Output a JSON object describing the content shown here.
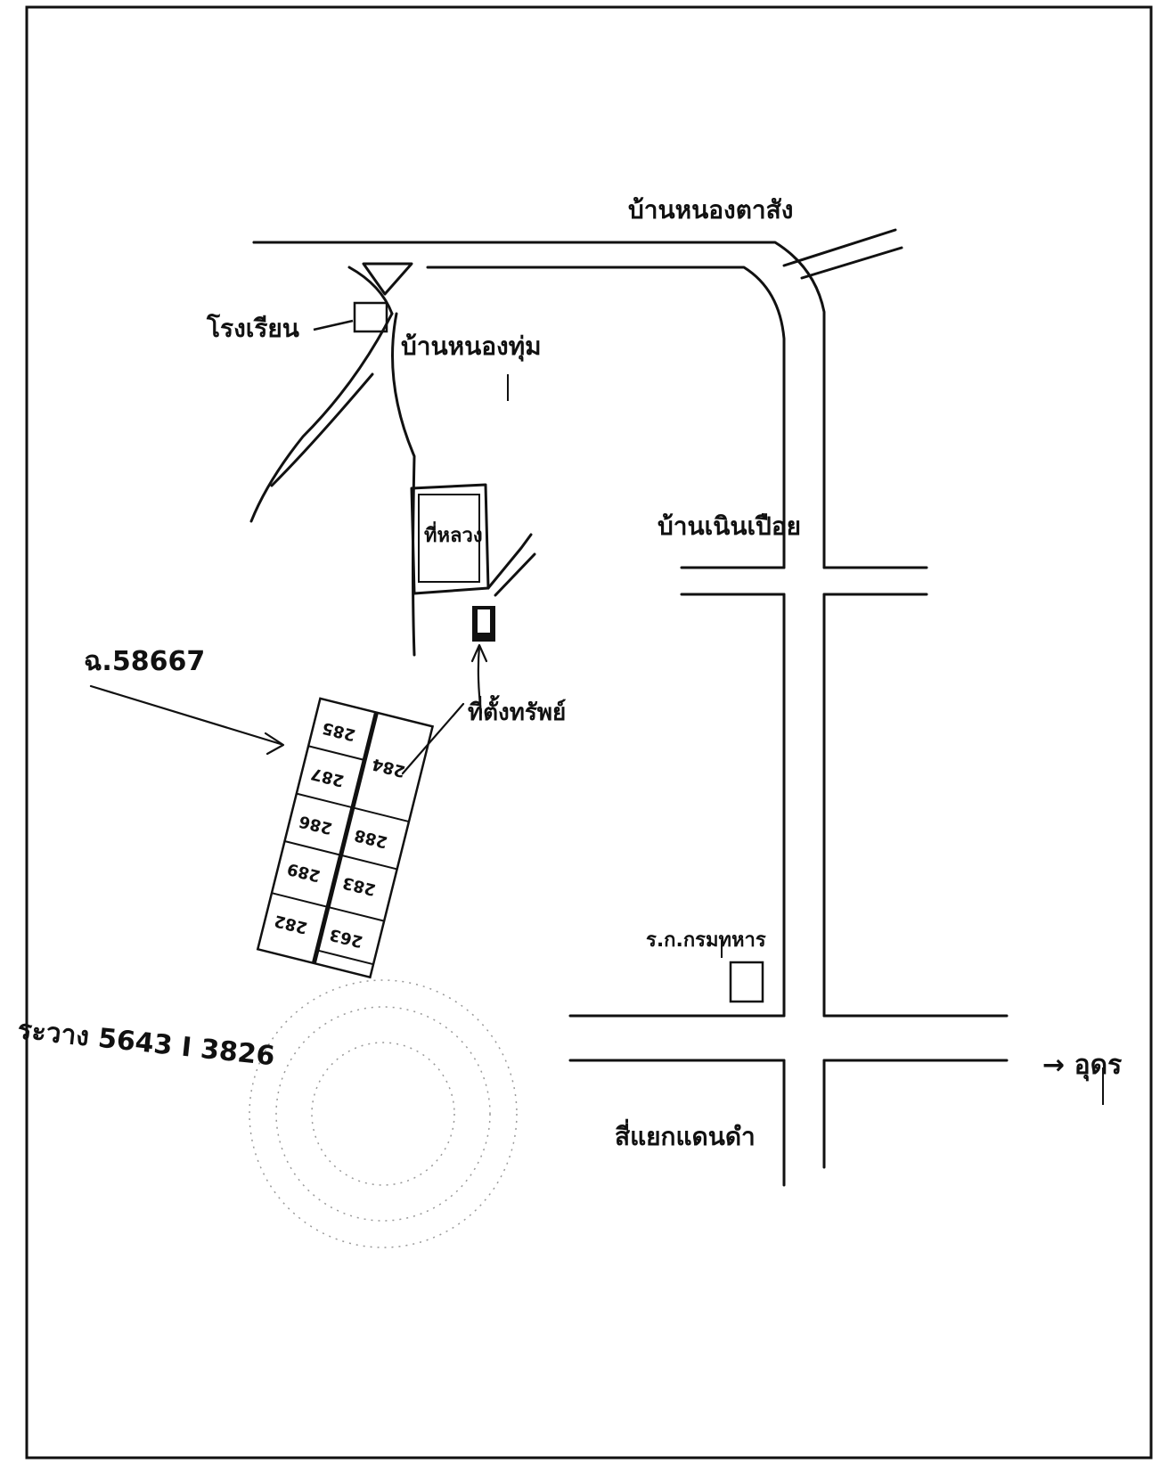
{
  "labels": {
    "ban_nong_ta_sang": "บ้านหนองตาสัง",
    "school": "โรงเรียน",
    "ban_nong_pho": "บ้านหนองทุ่ม",
    "public_land": "ที่หลวง",
    "ban_noen_poei": "บ้านเนินเปือย",
    "deed_number": "ฉ.58667",
    "property_lot": "ที่ตั้งทรัพย์",
    "health_station": "ร.ก.กรมทหาร",
    "direction_label": "→ อุดร",
    "junction": "สี่แยกแดนดำ",
    "coordinates": "ระวาง 5643 I 3826"
  },
  "parcels": [
    "285",
    "287",
    "284",
    "286",
    "288",
    "289",
    "283",
    "282",
    "263"
  ],
  "colors": {
    "ink": "#111111",
    "paper": "#ffffff"
  },
  "icons": {
    "landmark_building": "building-icon",
    "school_building": "school-icon",
    "lot_marker": "pin-icon"
  }
}
